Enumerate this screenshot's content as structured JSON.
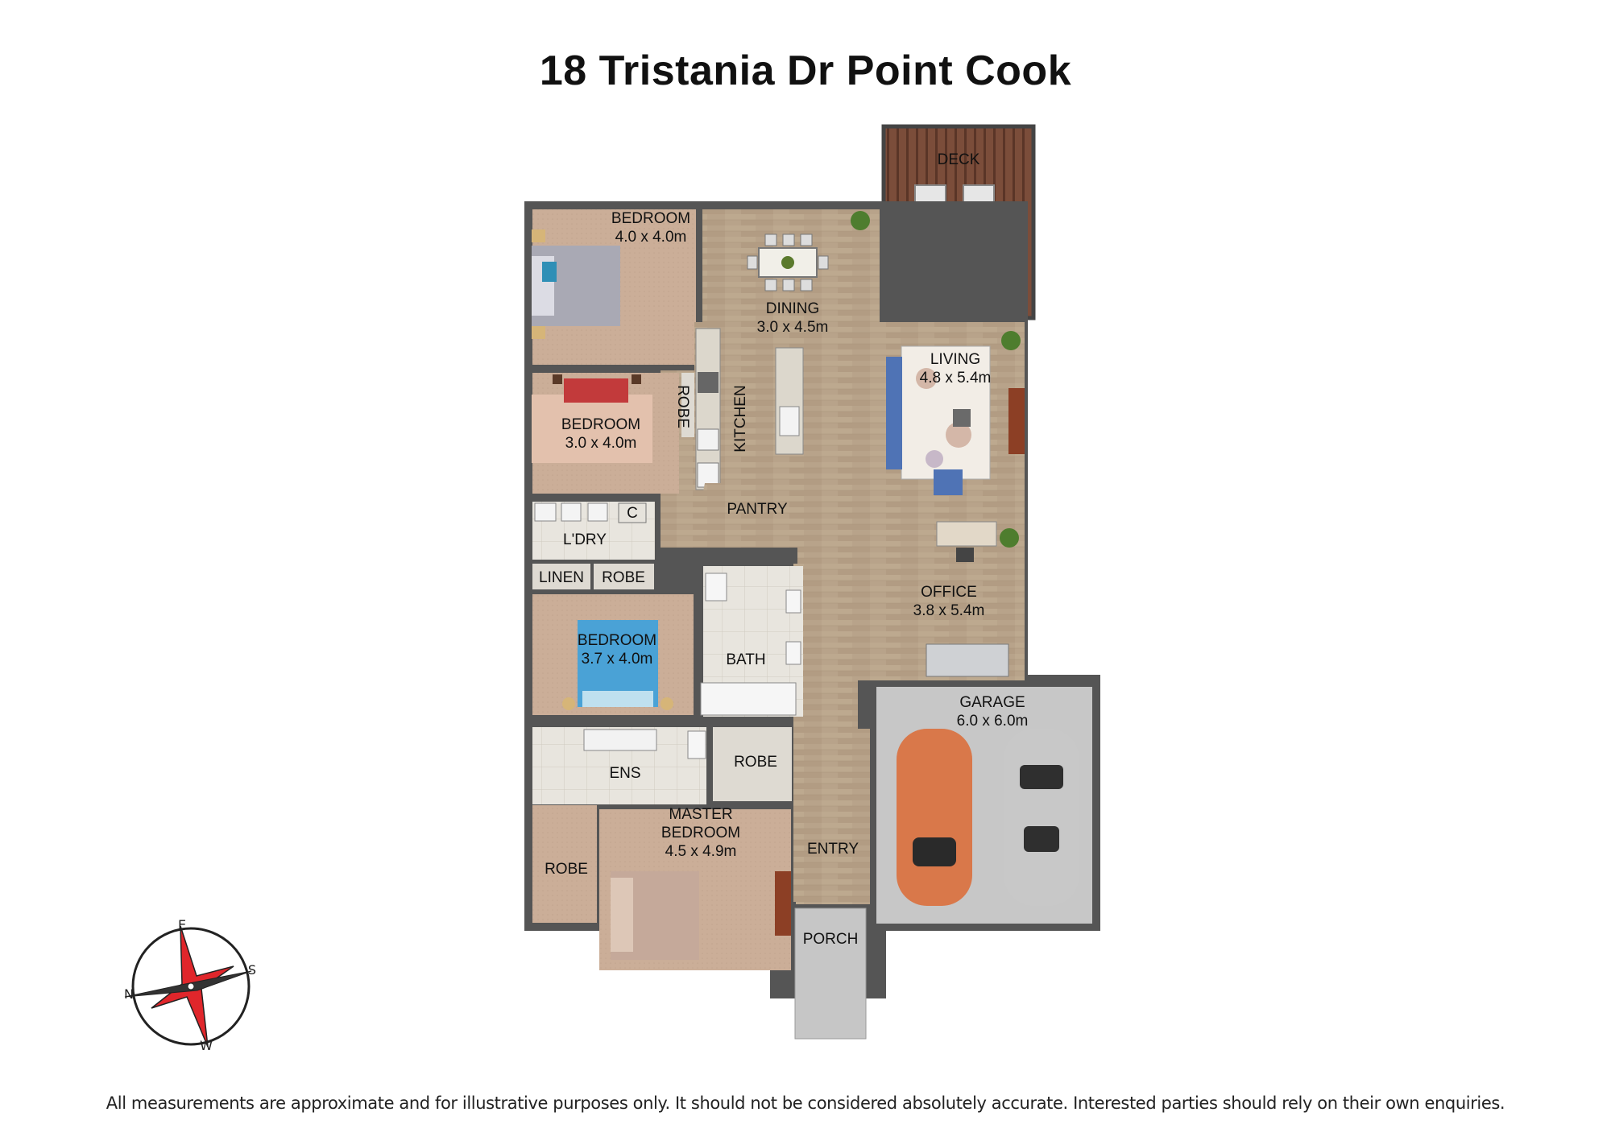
{
  "title": "18 Tristania Dr Point Cook",
  "disclaimer": "All measurements are approximate and for illustrative purposes only. It should not be considered absolutely accurate. Interested parties should rely on their own enquiries.",
  "rooms": {
    "deck": {
      "name": "DECK"
    },
    "bedroom_1": {
      "name": "BEDROOM",
      "size": "4.0 x 4.0m"
    },
    "dining": {
      "name": "DINING",
      "size": "3.0 x 4.5m"
    },
    "living": {
      "name": "LIVING",
      "size": "4.8 x 5.4m"
    },
    "bedroom_2": {
      "name": "BEDROOM",
      "size": "3.0 x 4.0m"
    },
    "robe_1": {
      "name": "ROBE"
    },
    "kitchen": {
      "name": "KITCHEN"
    },
    "pantry": {
      "name": "PANTRY"
    },
    "cupboard": {
      "name": "C"
    },
    "laundry": {
      "name": "L'DRY"
    },
    "linen": {
      "name": "LINEN"
    },
    "robe_2": {
      "name": "ROBE"
    },
    "office": {
      "name": "OFFICE",
      "size": "3.8 x 5.4m"
    },
    "bedroom_3": {
      "name": "BEDROOM",
      "size": "3.7 x 4.0m"
    },
    "bath": {
      "name": "BATH"
    },
    "garage": {
      "name": "GARAGE",
      "size": "6.0 x 6.0m"
    },
    "ensuite": {
      "name": "ENS"
    },
    "robe_3": {
      "name": "ROBE"
    },
    "master_bedroom": {
      "name_line1": "MASTER",
      "name_line2": "BEDROOM",
      "size": "4.5 x 4.9m"
    },
    "robe_4": {
      "name": "ROBE"
    },
    "entry": {
      "name": "ENTRY"
    },
    "porch": {
      "name": "PORCH"
    }
  },
  "compass": {
    "n": "N",
    "e": "E",
    "s": "S",
    "w": "W"
  },
  "colors": {
    "wall": "#4a4a4a",
    "wood_floor": "#b9a48c",
    "carpet": "#c9ad96",
    "tile": "#e6e3dc",
    "deck": "#7a4d3a",
    "concrete": "#c9c9c9",
    "compass_red": "#e0262b",
    "car_orange": "#d9784a",
    "car_silver": "#c8c8c8"
  }
}
